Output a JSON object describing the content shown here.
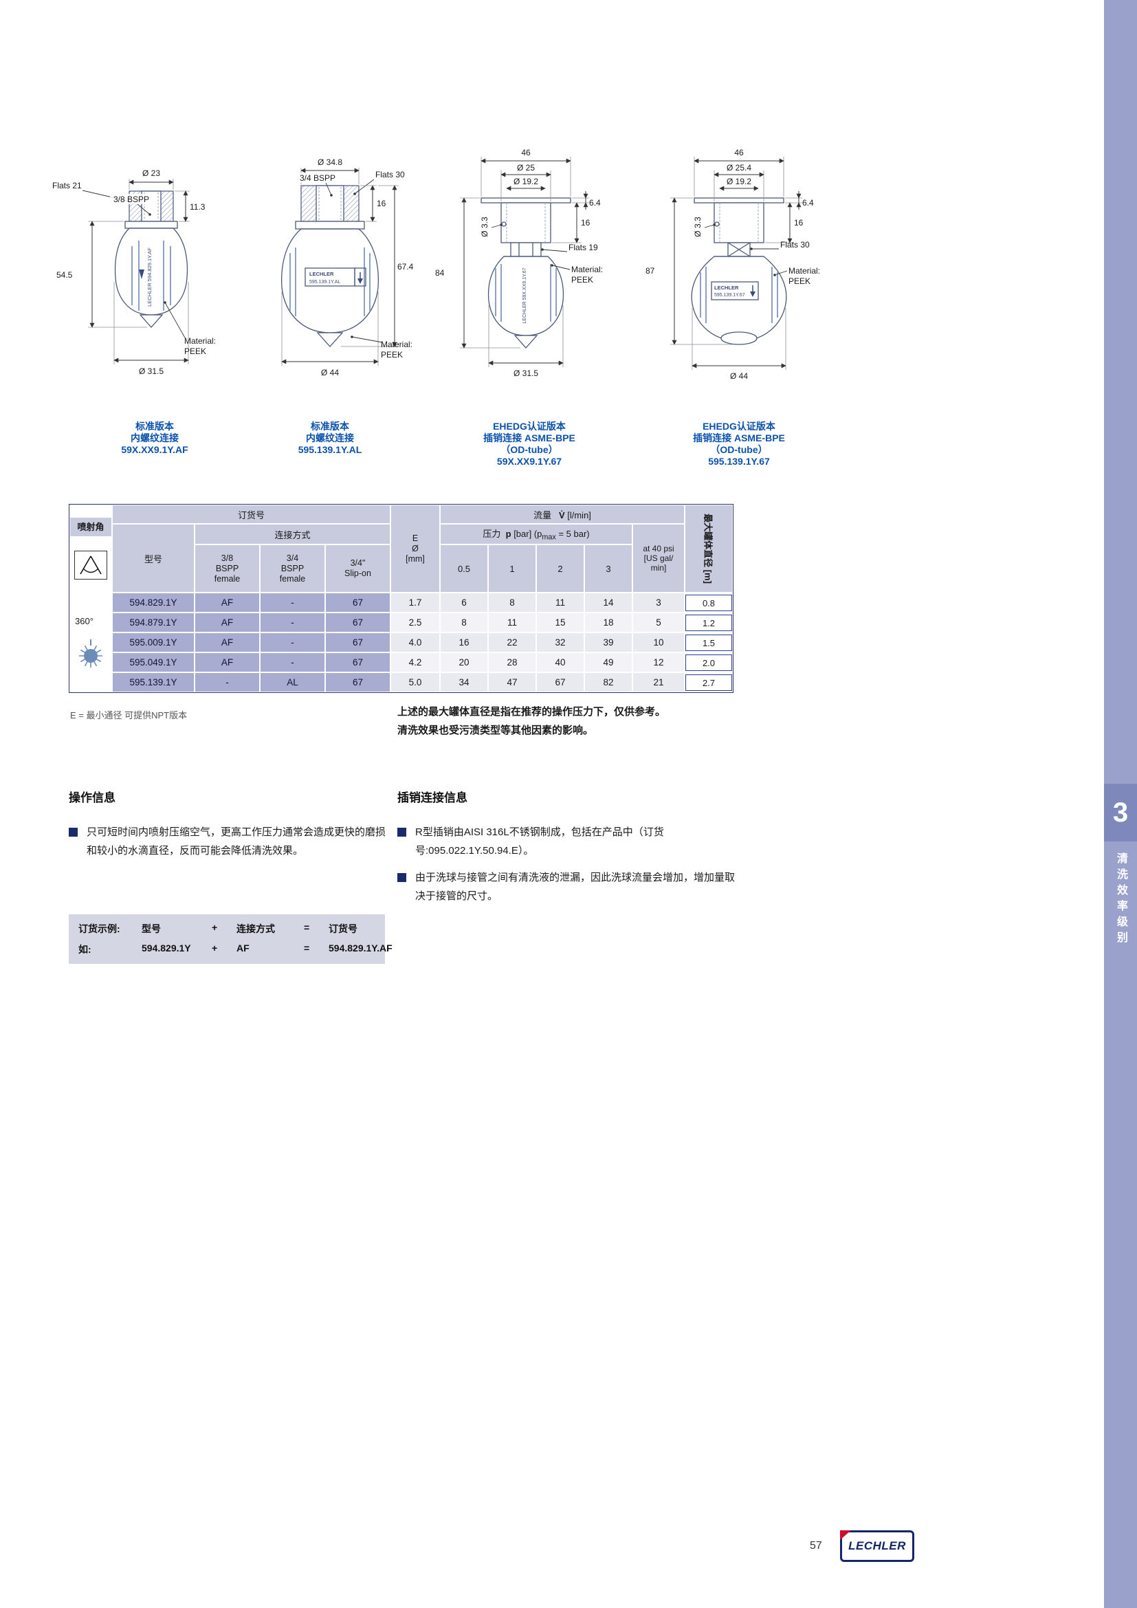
{
  "page": {
    "number": "57",
    "logo_text": "LECHLER",
    "sidebar_number": "3",
    "sidebar_label": "清洗效率级别"
  },
  "diagrams": [
    {
      "caption": [
        "标准版本",
        "内螺纹连接",
        "59X.XX9.1Y.AF"
      ],
      "dims": {
        "flats": "Flats 21",
        "dia_top": "Ø 23",
        "thread": "3/8 BSPP",
        "cap_h": "11.3",
        "height": "54.5",
        "dia_bottom": "Ø 31.5",
        "material_1": "Material:",
        "material_2": "PEEK",
        "body_label": "LECHLER 594.829.1Y.AF"
      }
    },
    {
      "caption": [
        "标准版本",
        "内螺纹连接",
        "595.139.1Y.AL"
      ],
      "dims": {
        "dia_top": "Ø 34.8",
        "thread": "3/4 BSPP",
        "flats": "Flats 30",
        "cap_h": "16",
        "height": "67.4",
        "dia_bottom": "Ø 44",
        "material_1": "Material:",
        "material_2": "PEEK",
        "body_label_1": "LECHLER",
        "body_label_2": "595.139.1Y.AL"
      }
    },
    {
      "caption": [
        "EHEDG认证版本",
        "插销连接 ASME-BPE",
        "（OD-tube）",
        "59X.XX9.1Y.67"
      ],
      "dims": {
        "width_top": "46",
        "dia_top": "Ø 25",
        "dia_inner": "Ø 19.2",
        "flange_t": "6.4",
        "tube_h": "16",
        "hole": "Ø 3.3",
        "height": "84",
        "flats": "Flats 19",
        "material_1": "Material:",
        "material_2": "PEEK",
        "dia_bottom": "Ø 31.5",
        "body_label": "LECHLER 59X.XX9.1Y.67"
      }
    },
    {
      "caption": [
        "EHEDG认证版本",
        "插销连接 ASME-BPE",
        "（OD-tube）",
        "595.139.1Y.67"
      ],
      "dims": {
        "width_top": "46",
        "dia_top": "Ø 25.4",
        "dia_inner": "Ø 19.2",
        "flange_t": "6.4",
        "tube_h": "16",
        "hole": "Ø 3.3",
        "height": "87",
        "flats": "Flats 30",
        "material_1": "Material:",
        "material_2": "PEEK",
        "dia_bottom": "Ø 44",
        "body_label_1": "LECHLER",
        "body_label_2": "595.139.1Y.67"
      }
    }
  ],
  "table": {
    "spray_angle_label": "喷射角",
    "angle_value": "360°",
    "order_no_label": "订货号",
    "model_label": "型号",
    "connection_label": "连接方式",
    "col_bspp38": [
      "3/8",
      "BSPP",
      "female"
    ],
    "col_bspp34": [
      "3/4",
      "BSPP",
      "female"
    ],
    "col_slipon": [
      "3/4\"",
      "Slip-on"
    ],
    "e_label": [
      "E",
      "Ø",
      "[mm]"
    ],
    "flow_label": "流量",
    "flow_v": "V̇",
    "flow_unit": "[l/min]",
    "pressure_label": "压力",
    "pressure_p": "p",
    "pressure_mid": " [bar] (p",
    "pressure_sub": "max",
    "pressure_suffix": " = 5 bar)",
    "p_cols": [
      "0.5",
      "1",
      "2",
      "3"
    ],
    "psi_col": [
      "at 40 psi",
      "[US gal/",
      "min]"
    ],
    "tank_label": "最大罐体直径 [m]",
    "rows": [
      {
        "model": "594.829.1Y",
        "c38": "AF",
        "c34": "-",
        "slip": "67",
        "e": "1.7",
        "p05": "6",
        "p1": "8",
        "p2": "11",
        "p3": "14",
        "psi": "3",
        "tank": "0.8"
      },
      {
        "model": "594.879.1Y",
        "c38": "AF",
        "c34": "-",
        "slip": "67",
        "e": "2.5",
        "p05": "8",
        "p1": "11",
        "p2": "15",
        "p3": "18",
        "psi": "5",
        "tank": "1.2"
      },
      {
        "model": "595.009.1Y",
        "c38": "AF",
        "c34": "-",
        "slip": "67",
        "e": "4.0",
        "p05": "16",
        "p1": "22",
        "p2": "32",
        "p3": "39",
        "psi": "10",
        "tank": "1.5"
      },
      {
        "model": "595.049.1Y",
        "c38": "AF",
        "c34": "-",
        "slip": "67",
        "e": "4.2",
        "p05": "20",
        "p1": "28",
        "p2": "40",
        "p3": "49",
        "psi": "12",
        "tank": "2.0"
      },
      {
        "model": "595.139.1Y",
        "c38": "-",
        "c34": "AL",
        "slip": "67",
        "e": "5.0",
        "p05": "34",
        "p1": "47",
        "p2": "67",
        "p3": "82",
        "psi": "21",
        "tank": "2.7"
      }
    ]
  },
  "notes": {
    "footnote": "E = 最小通径  可提供NPT版本",
    "right_note": [
      "上述的最大罐体直径是指在推荐的操作压力下，仅供参考。",
      "清洗效果也受污渍类型等其他因素的影响。"
    ]
  },
  "sections": {
    "op_title": "操作信息",
    "op_bullet": "只可短时间内喷射压缩空气，更高工作压力通常会造成更快的磨损和较小的水滴直径，反而可能会降低清洗效果。",
    "pin_title": "插销连接信息",
    "pin_bullet1": "R型插销由AISI 316L不锈钢制成，包括在产品中（订货号:095.022.1Y.50.94.E）。",
    "pin_bullet2": "由于洗球与接管之间有清洗液的泄漏，因此洗球流量会增加，增加量取决于接管的尺寸。"
  },
  "order_example": {
    "r1": [
      "订货示例:",
      "型号",
      "+",
      "连接方式",
      "=",
      "订货号"
    ],
    "r2": [
      "如:",
      "594.829.1Y",
      "+",
      "AF",
      "=",
      "594.829.1Y.AF"
    ]
  }
}
